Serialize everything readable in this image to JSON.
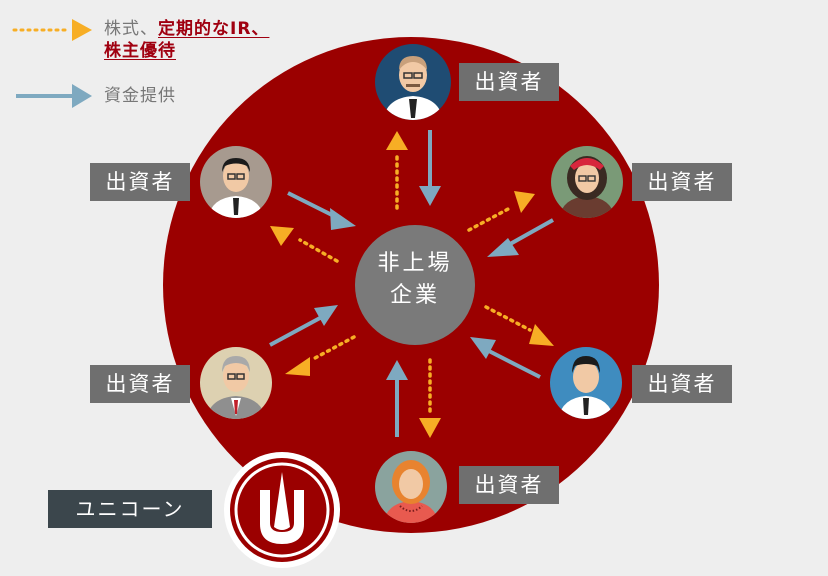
{
  "legend": {
    "ir_prefix": "株式、",
    "ir_highlight_1": "定期的なIR、",
    "ir_highlight_2": "株主優待",
    "funding": "資金提供"
  },
  "center": {
    "line1": "非上場",
    "line2": "企業"
  },
  "investors": [
    {
      "label": "出資者"
    },
    {
      "label": "出資者"
    },
    {
      "label": "出資者"
    },
    {
      "label": "出資者"
    },
    {
      "label": "出資者"
    },
    {
      "label": "出資者"
    }
  ],
  "unicorn": {
    "label": "ユニコーン"
  },
  "colors": {
    "background": "#eeeeee",
    "big_circle": "#9b0000",
    "center_circle": "#7a7a7a",
    "funding_arrow": "#7ea9c0",
    "ir_arrow": "#f7ae25",
    "label_bg": "#6f6f6f",
    "unicorn_label_bg": "#3b464c"
  }
}
